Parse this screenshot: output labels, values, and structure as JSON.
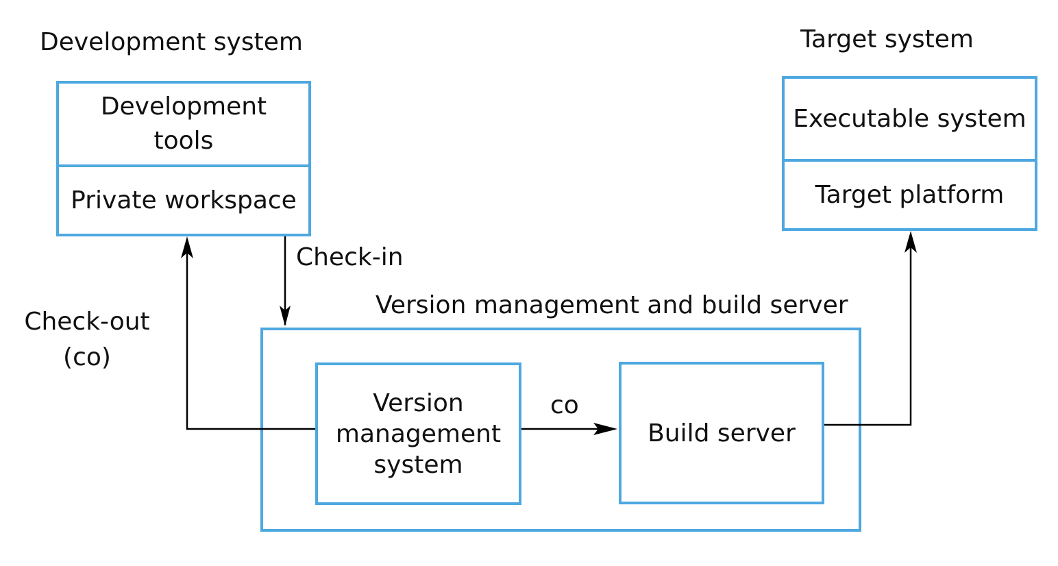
{
  "development_system": {
    "title": "Development system",
    "tools_label": "Development\ntools",
    "workspace_label": "Private workspace"
  },
  "target_system": {
    "title": "Target system",
    "executable_label": "Executable system",
    "platform_label": "Target platform"
  },
  "server": {
    "title": "Version management and build server",
    "vms_label": "Version\nmanagement\nsystem",
    "build_label": "Build server"
  },
  "edges": {
    "checkin_label": "Check-in",
    "checkout_label": "Check-out\n(co)",
    "co_label": "co"
  },
  "colors": {
    "box_border": "#4ea8e0",
    "line": "#000000"
  }
}
